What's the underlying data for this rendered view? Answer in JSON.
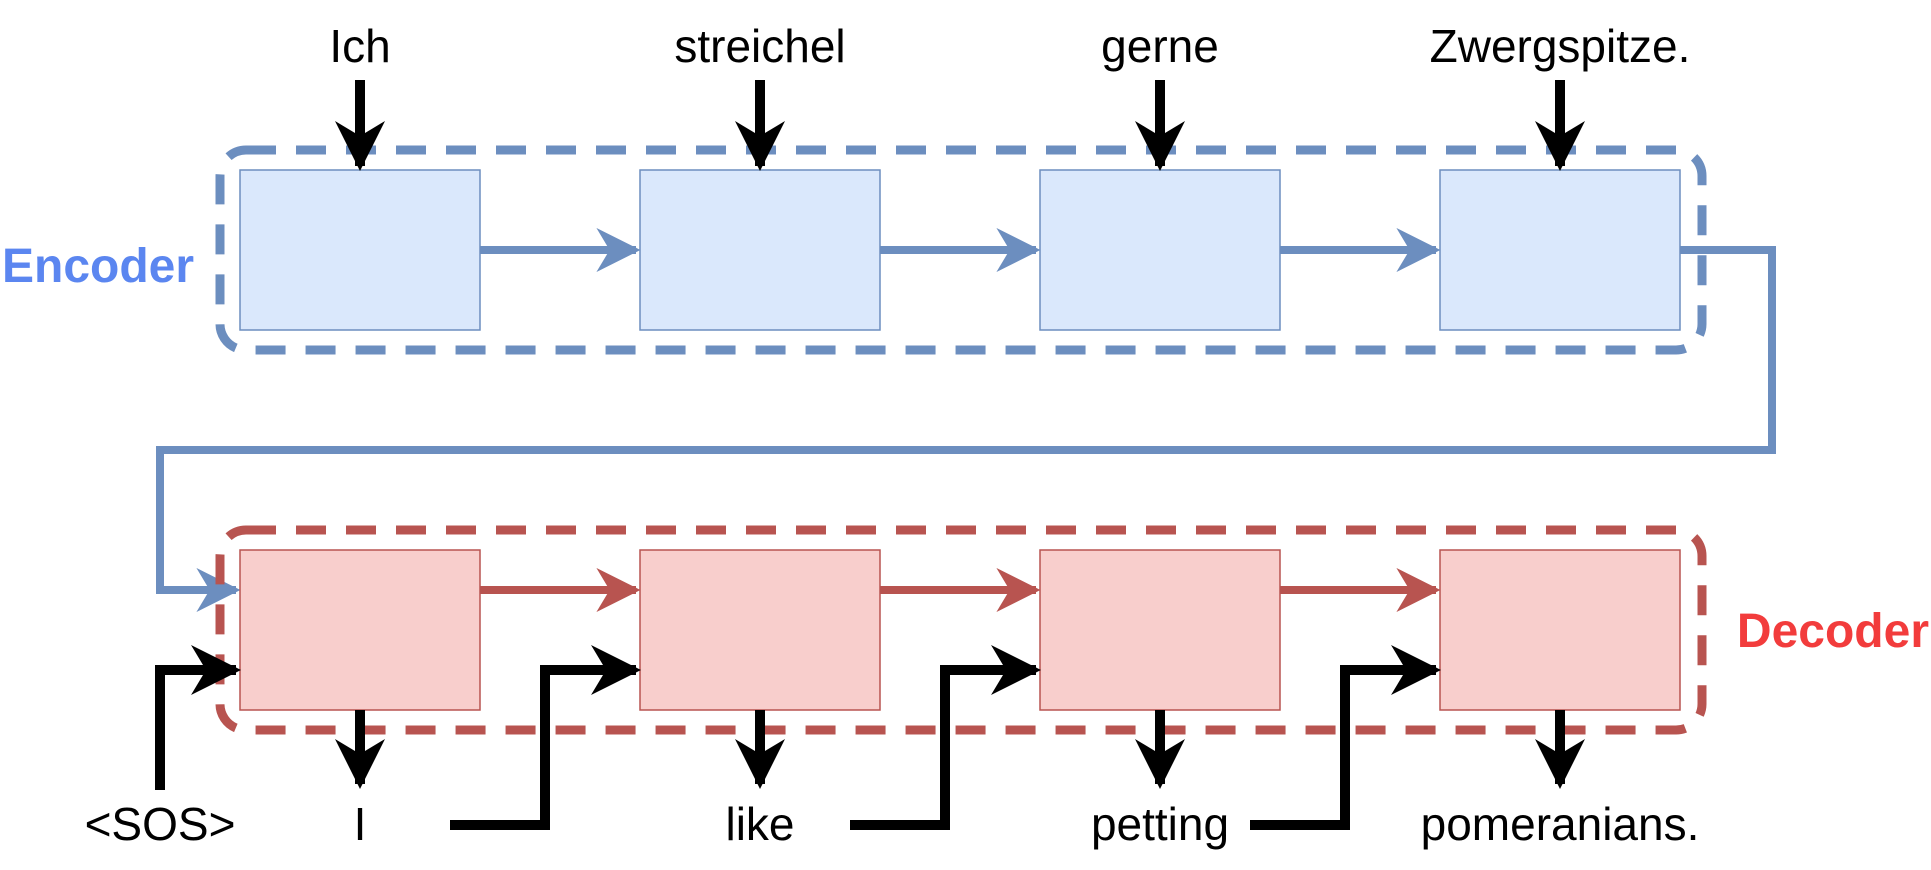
{
  "encoder": {
    "label": "Encoder",
    "label_color": "#5b86f0",
    "frame_color": "#6c8ebf",
    "cell_fill": "#dae8fc",
    "inputs": [
      "Ich",
      "streichel",
      "gerne",
      "Zwergspitze."
    ]
  },
  "decoder": {
    "label": "Decoder",
    "label_color": "#f23c3c",
    "frame_color": "#b85450",
    "cell_fill": "#f8cecc",
    "start_token": "<SOS>",
    "outputs": [
      "I",
      "like",
      "petting",
      "pomeranians."
    ]
  },
  "colors": {
    "text": "#000000",
    "arrow": "#000000"
  }
}
